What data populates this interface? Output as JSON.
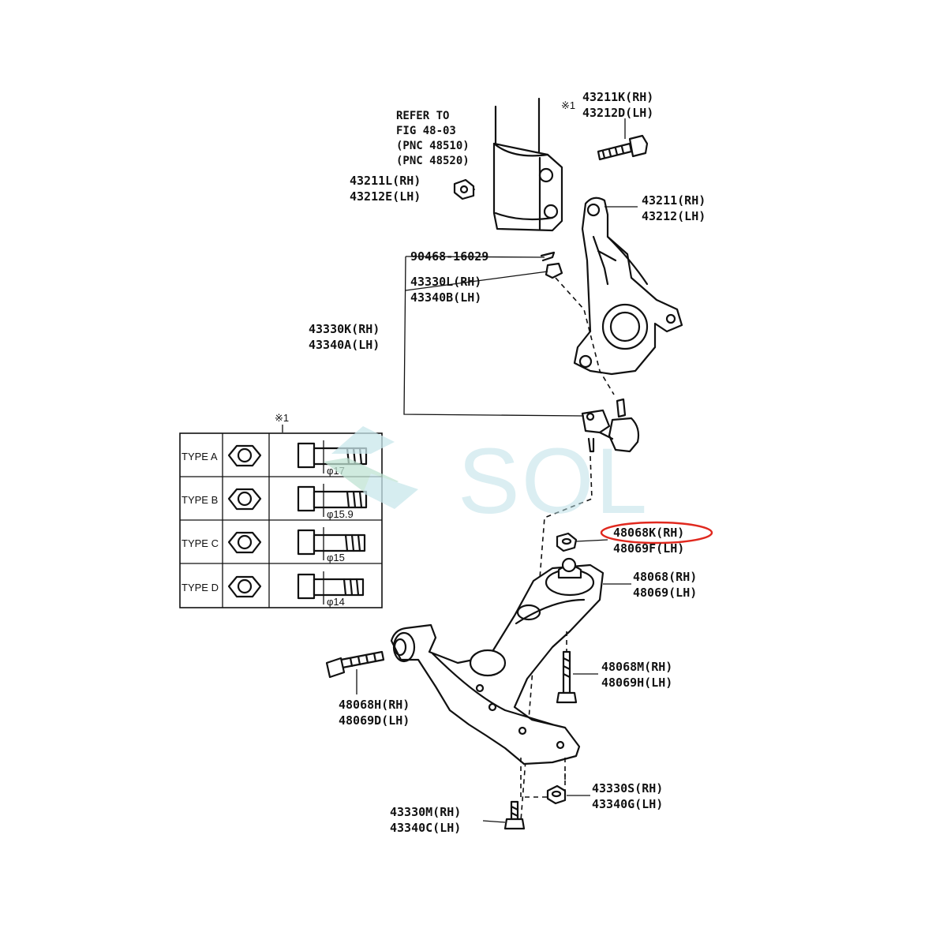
{
  "refer": [
    "REFER TO",
    "FIG 48-03",
    "(PNC 48510)",
    "(PNC 48520)"
  ],
  "labels": {
    "bolt_top": [
      "43211K(RH)",
      "43212D(LH)"
    ],
    "bolt_top_mark": "※1",
    "nut_strut": [
      "43211L(RH)",
      "43212E(LH)"
    ],
    "knuckle": [
      "43211(RH)",
      "43212(LH)"
    ],
    "cotter_pin": "90468-16029",
    "castle_nut": [
      "43330L(RH)",
      "43340B(LH)"
    ],
    "ball_joint": [
      "43330K(RH)",
      "43340A(LH)"
    ],
    "arm_nut": [
      "48068K(RH)",
      "48069F(LH)"
    ],
    "arm": [
      "48068(RH)",
      "48069(LH)"
    ],
    "arm_bolt_rear": [
      "48068M(RH)",
      "48069H(LH)"
    ],
    "arm_bolt_front": [
      "48068H(RH)",
      "48069D(LH)"
    ],
    "bj_nut": [
      "43330S(RH)",
      "43340G(LH)"
    ],
    "bj_bolt": [
      "43330M(RH)",
      "43340C(LH)"
    ]
  },
  "table": {
    "mark": "※1",
    "rows": [
      {
        "type": "TYPE A",
        "dia": "φ17"
      },
      {
        "type": "TYPE B",
        "dia": "φ15.9"
      },
      {
        "type": "TYPE C",
        "dia": "φ15"
      },
      {
        "type": "TYPE D",
        "dia": "φ14"
      }
    ]
  },
  "watermark": "SOL",
  "colors": {
    "highlight": "#e0281e",
    "watermark": "#b9dfe6",
    "ink": "#111111"
  }
}
